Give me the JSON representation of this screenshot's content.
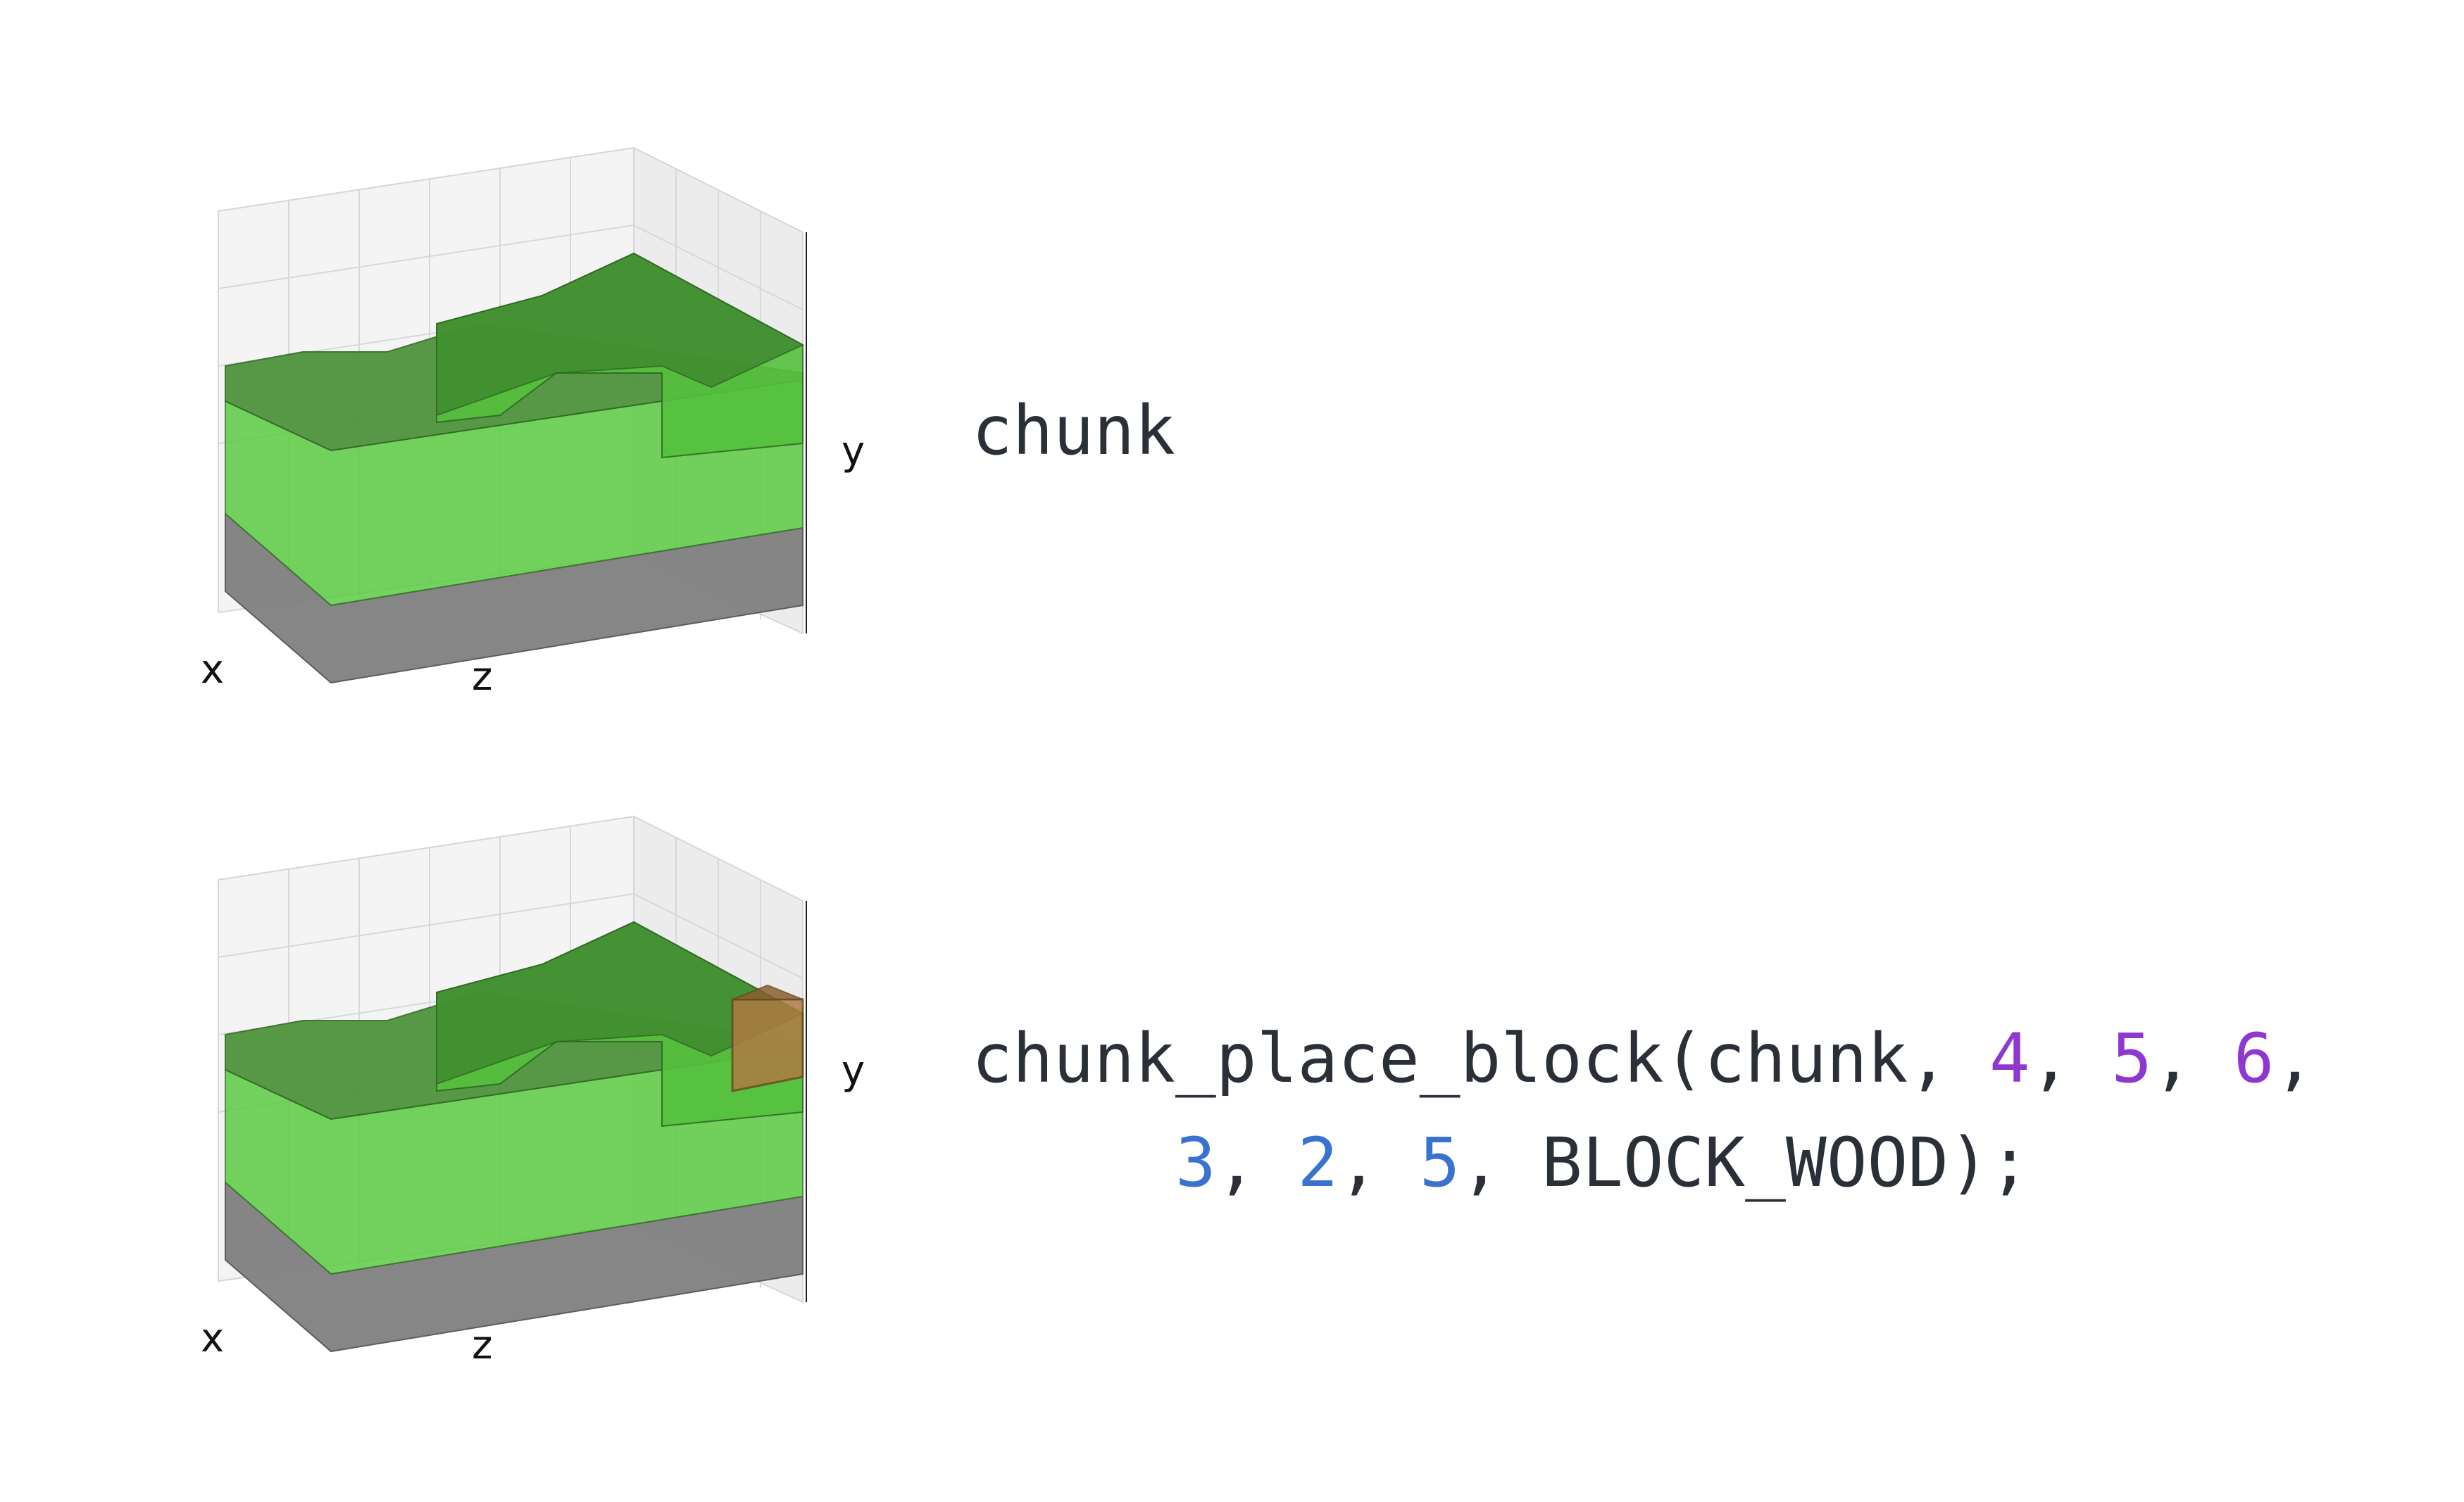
{
  "colors": {
    "grass": "#55c83c",
    "grass_top": "#3f8a2f",
    "stone": "#7d7d7d",
    "wood": "#b07a43",
    "pane": "#f2f2f2",
    "grid": "#d0d0d0",
    "text": "#2b3038",
    "purple": "#8e38d1",
    "blue": "#3a72d0"
  },
  "top_panel": {
    "axis_x": "x",
    "axis_y": "y",
    "axis_z": "z"
  },
  "bottom_panel": {
    "axis_x": "x",
    "axis_y": "y",
    "axis_z": "z",
    "placed_block": "BLOCK_WOOD"
  },
  "code_top": {
    "text": "chunk"
  },
  "code_bottom": {
    "line1_prefix": "chunk_place_block(chunk, ",
    "arg1": "4",
    "sep1": ", ",
    "arg2": "5",
    "sep2": ", ",
    "arg3": "6",
    "sep3": ",",
    "line2_indent": "     ",
    "arg4": "3",
    "sep4": ", ",
    "arg5": "2",
    "sep5": ", ",
    "arg6": "5",
    "sep6": ", BLOCK_WOOD);"
  }
}
